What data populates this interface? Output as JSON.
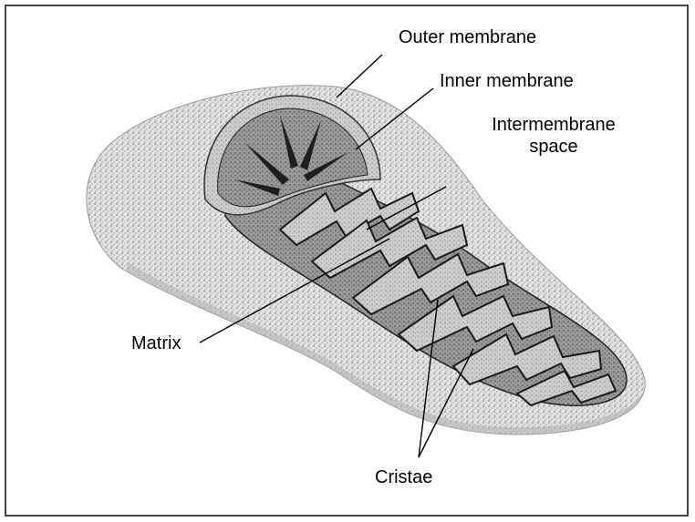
{
  "labels": {
    "outer_membrane": "Outer membrane",
    "inner_membrane": "Inner membrane",
    "intermembrane_line1": "Intermembrane",
    "intermembrane_line2": "space",
    "matrix": "Matrix",
    "cristae": "Cristae"
  },
  "colors": {
    "ink": "#000000",
    "outer_fill": "#cfcfcf",
    "inner_fill": "#9a9a9a",
    "crista_fill": "#bdbdbd",
    "dark_fill": "#2a2a2a"
  }
}
